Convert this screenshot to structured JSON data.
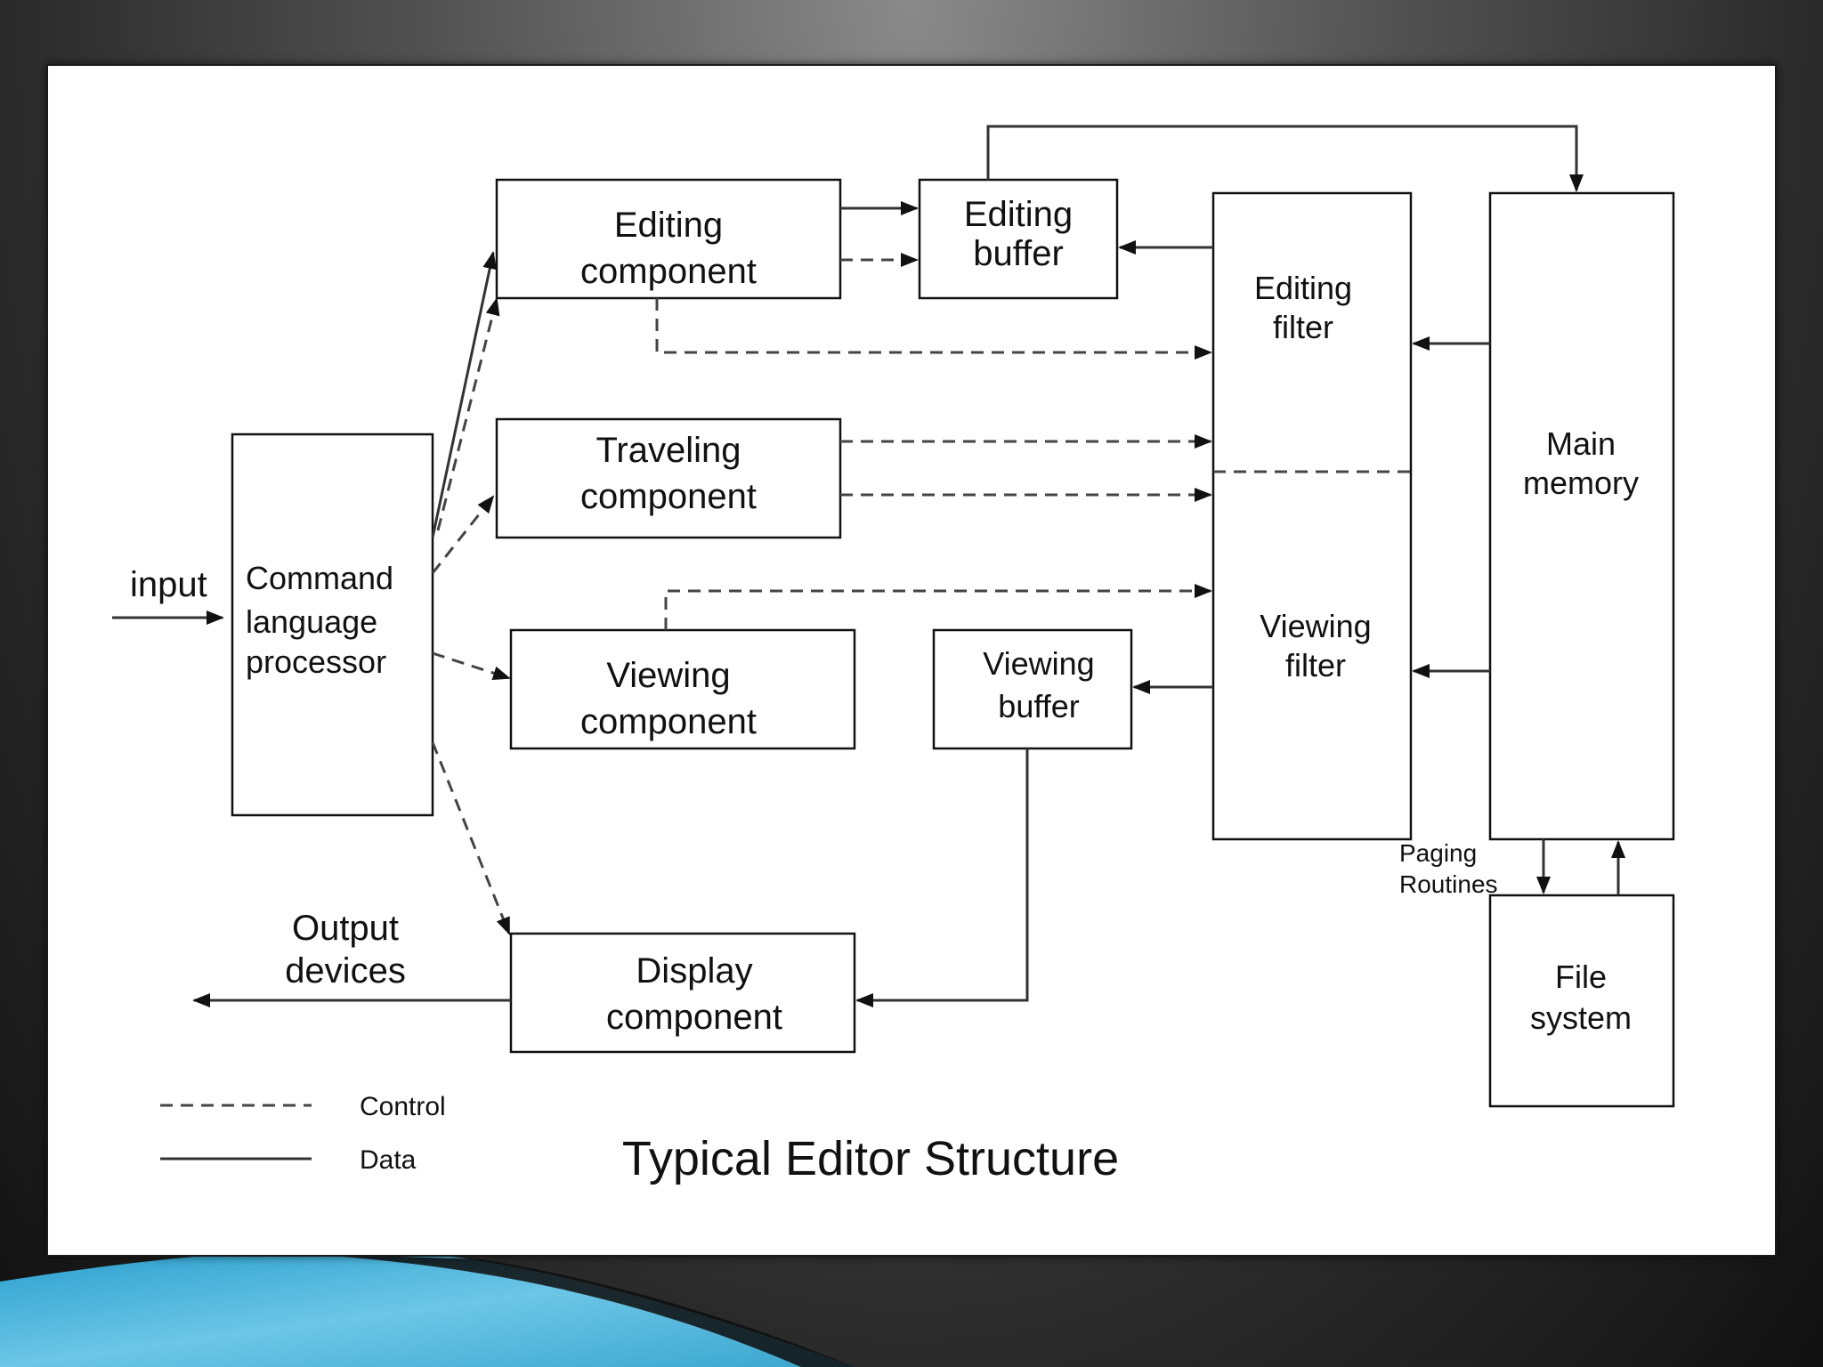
{
  "boxes": {
    "editing_component": [
      "Editing",
      "component"
    ],
    "editing_buffer": [
      "Editing",
      "buffer"
    ],
    "editing_filter": [
      "Editing",
      "filter"
    ],
    "main_memory": [
      "Main",
      "memory"
    ],
    "traveling_component": [
      "Traveling",
      "component"
    ],
    "command_processor": [
      "Command",
      "language",
      "processor"
    ],
    "viewing_component": [
      "Viewing",
      "component"
    ],
    "viewing_buffer": [
      "Viewing",
      "buffer"
    ],
    "viewing_filter": [
      "Viewing",
      "filter"
    ],
    "display_component": [
      "Display",
      "component"
    ],
    "file_system": [
      "File",
      "system"
    ]
  },
  "labels": {
    "input": "input",
    "output": [
      "Output",
      "devices"
    ],
    "paging": [
      "Paging",
      "Routines"
    ]
  },
  "legend": {
    "control": "Control",
    "data": "Data"
  },
  "title": "Typical Editor Structure",
  "colors": {
    "background": "#3a3a3a",
    "accent_swoosh": "#4fb3d9",
    "slide": "#ffffff",
    "ink": "#111111"
  }
}
